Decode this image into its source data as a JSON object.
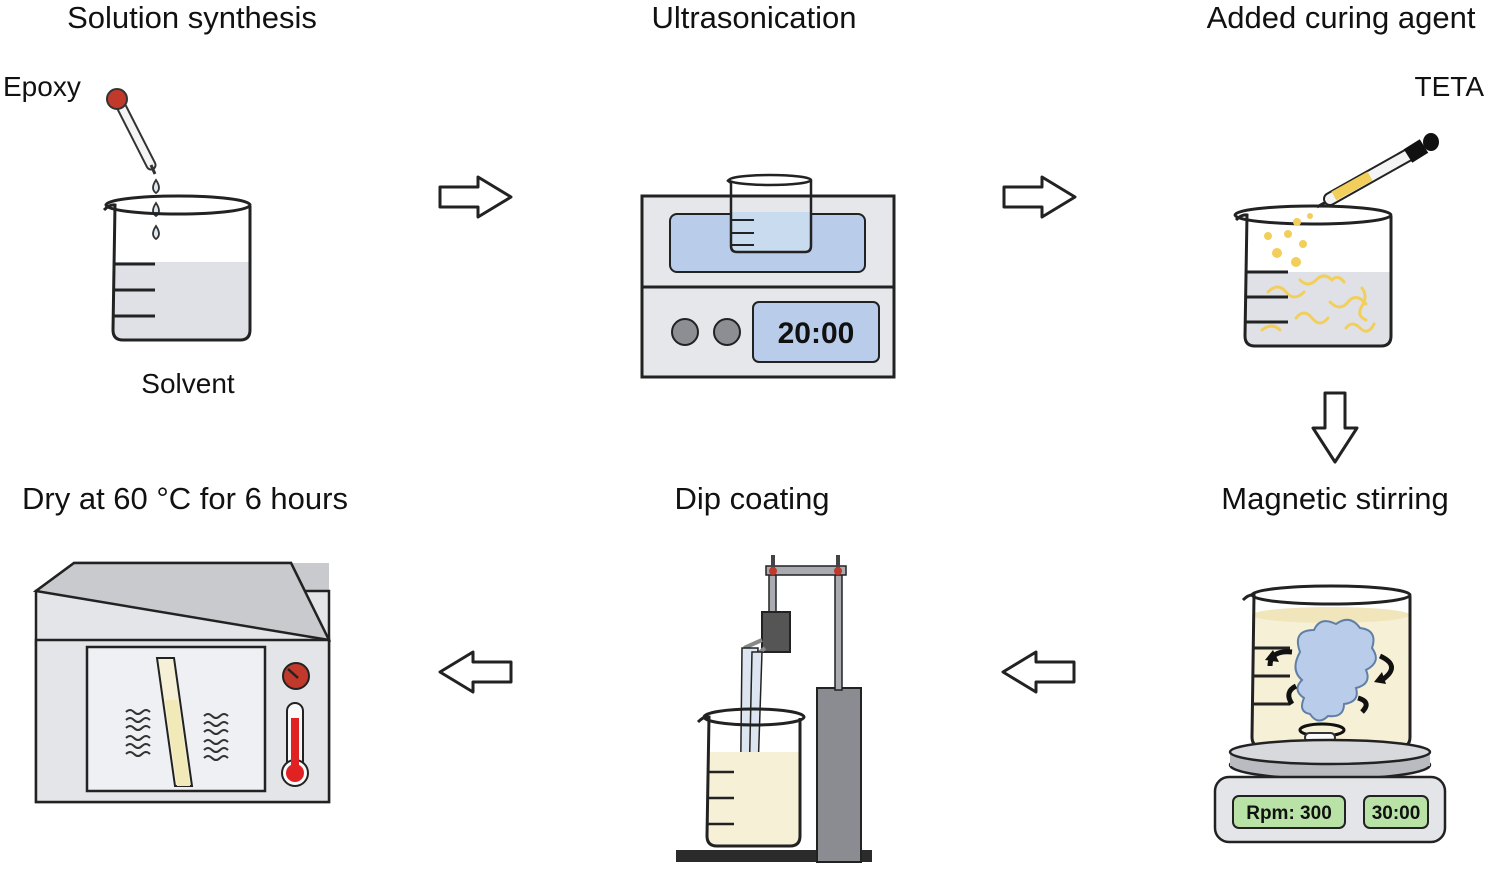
{
  "steps": {
    "solution_synthesis": {
      "title": "Solution synthesis",
      "epoxy_label": "Epoxy",
      "solvent_label": "Solvent"
    },
    "ultrasonication": {
      "title": "Ultrasonication",
      "timer": "20:00"
    },
    "added_curing_agent": {
      "title": "Added curing agent",
      "teta_label": "TETA"
    },
    "magnetic_stirring": {
      "title": "Magnetic stirring",
      "rpm_display": "Rpm: 300",
      "timer": "30:00"
    },
    "dip_coating": {
      "title": "Dip coating"
    },
    "dry": {
      "title": "Dry at 60 °C for 6 hours"
    }
  },
  "colors": {
    "liquid_gray": "#dfe1e6",
    "liquid_blue": "#c9dcef",
    "panel_blue": "#b9cdea",
    "liquid_cream": "#f6f0d6",
    "curing_yellow": "#f2cf5a",
    "display_green": "#b9e2a7",
    "knob_red": "#c0392b",
    "thermo_red": "#e02222",
    "stand_gray": "#8a8c91"
  }
}
